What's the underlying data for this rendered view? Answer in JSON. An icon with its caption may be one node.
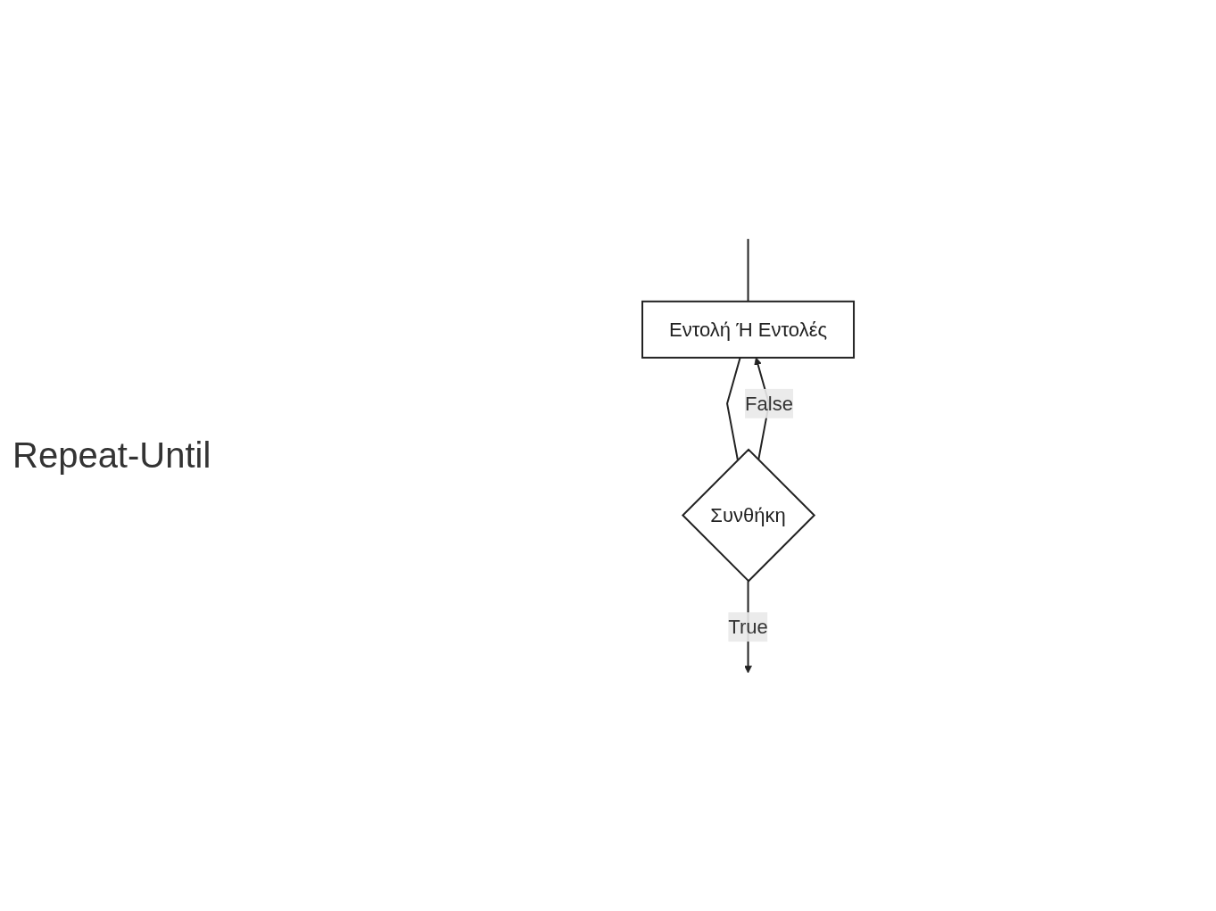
{
  "diagram": {
    "title": "Repeat-Until",
    "nodes": [
      {
        "text": [
          "Εντολή Ή Εντολές"
        ]
      },
      {
        "text": [
          "Συνθήκη"
        ]
      }
    ],
    "edges": [
      {
        "from": null,
        "to": 0,
        "arrow": "none"
      },
      {
        "from": 0,
        "to": 1,
        "arrow": "none"
      },
      {
        "from": 1,
        "to": 0,
        "arrow": "to",
        "label": "False"
      },
      {
        "from": 1,
        "to": null,
        "arrow": "to",
        "label": "True"
      }
    ]
  }
}
